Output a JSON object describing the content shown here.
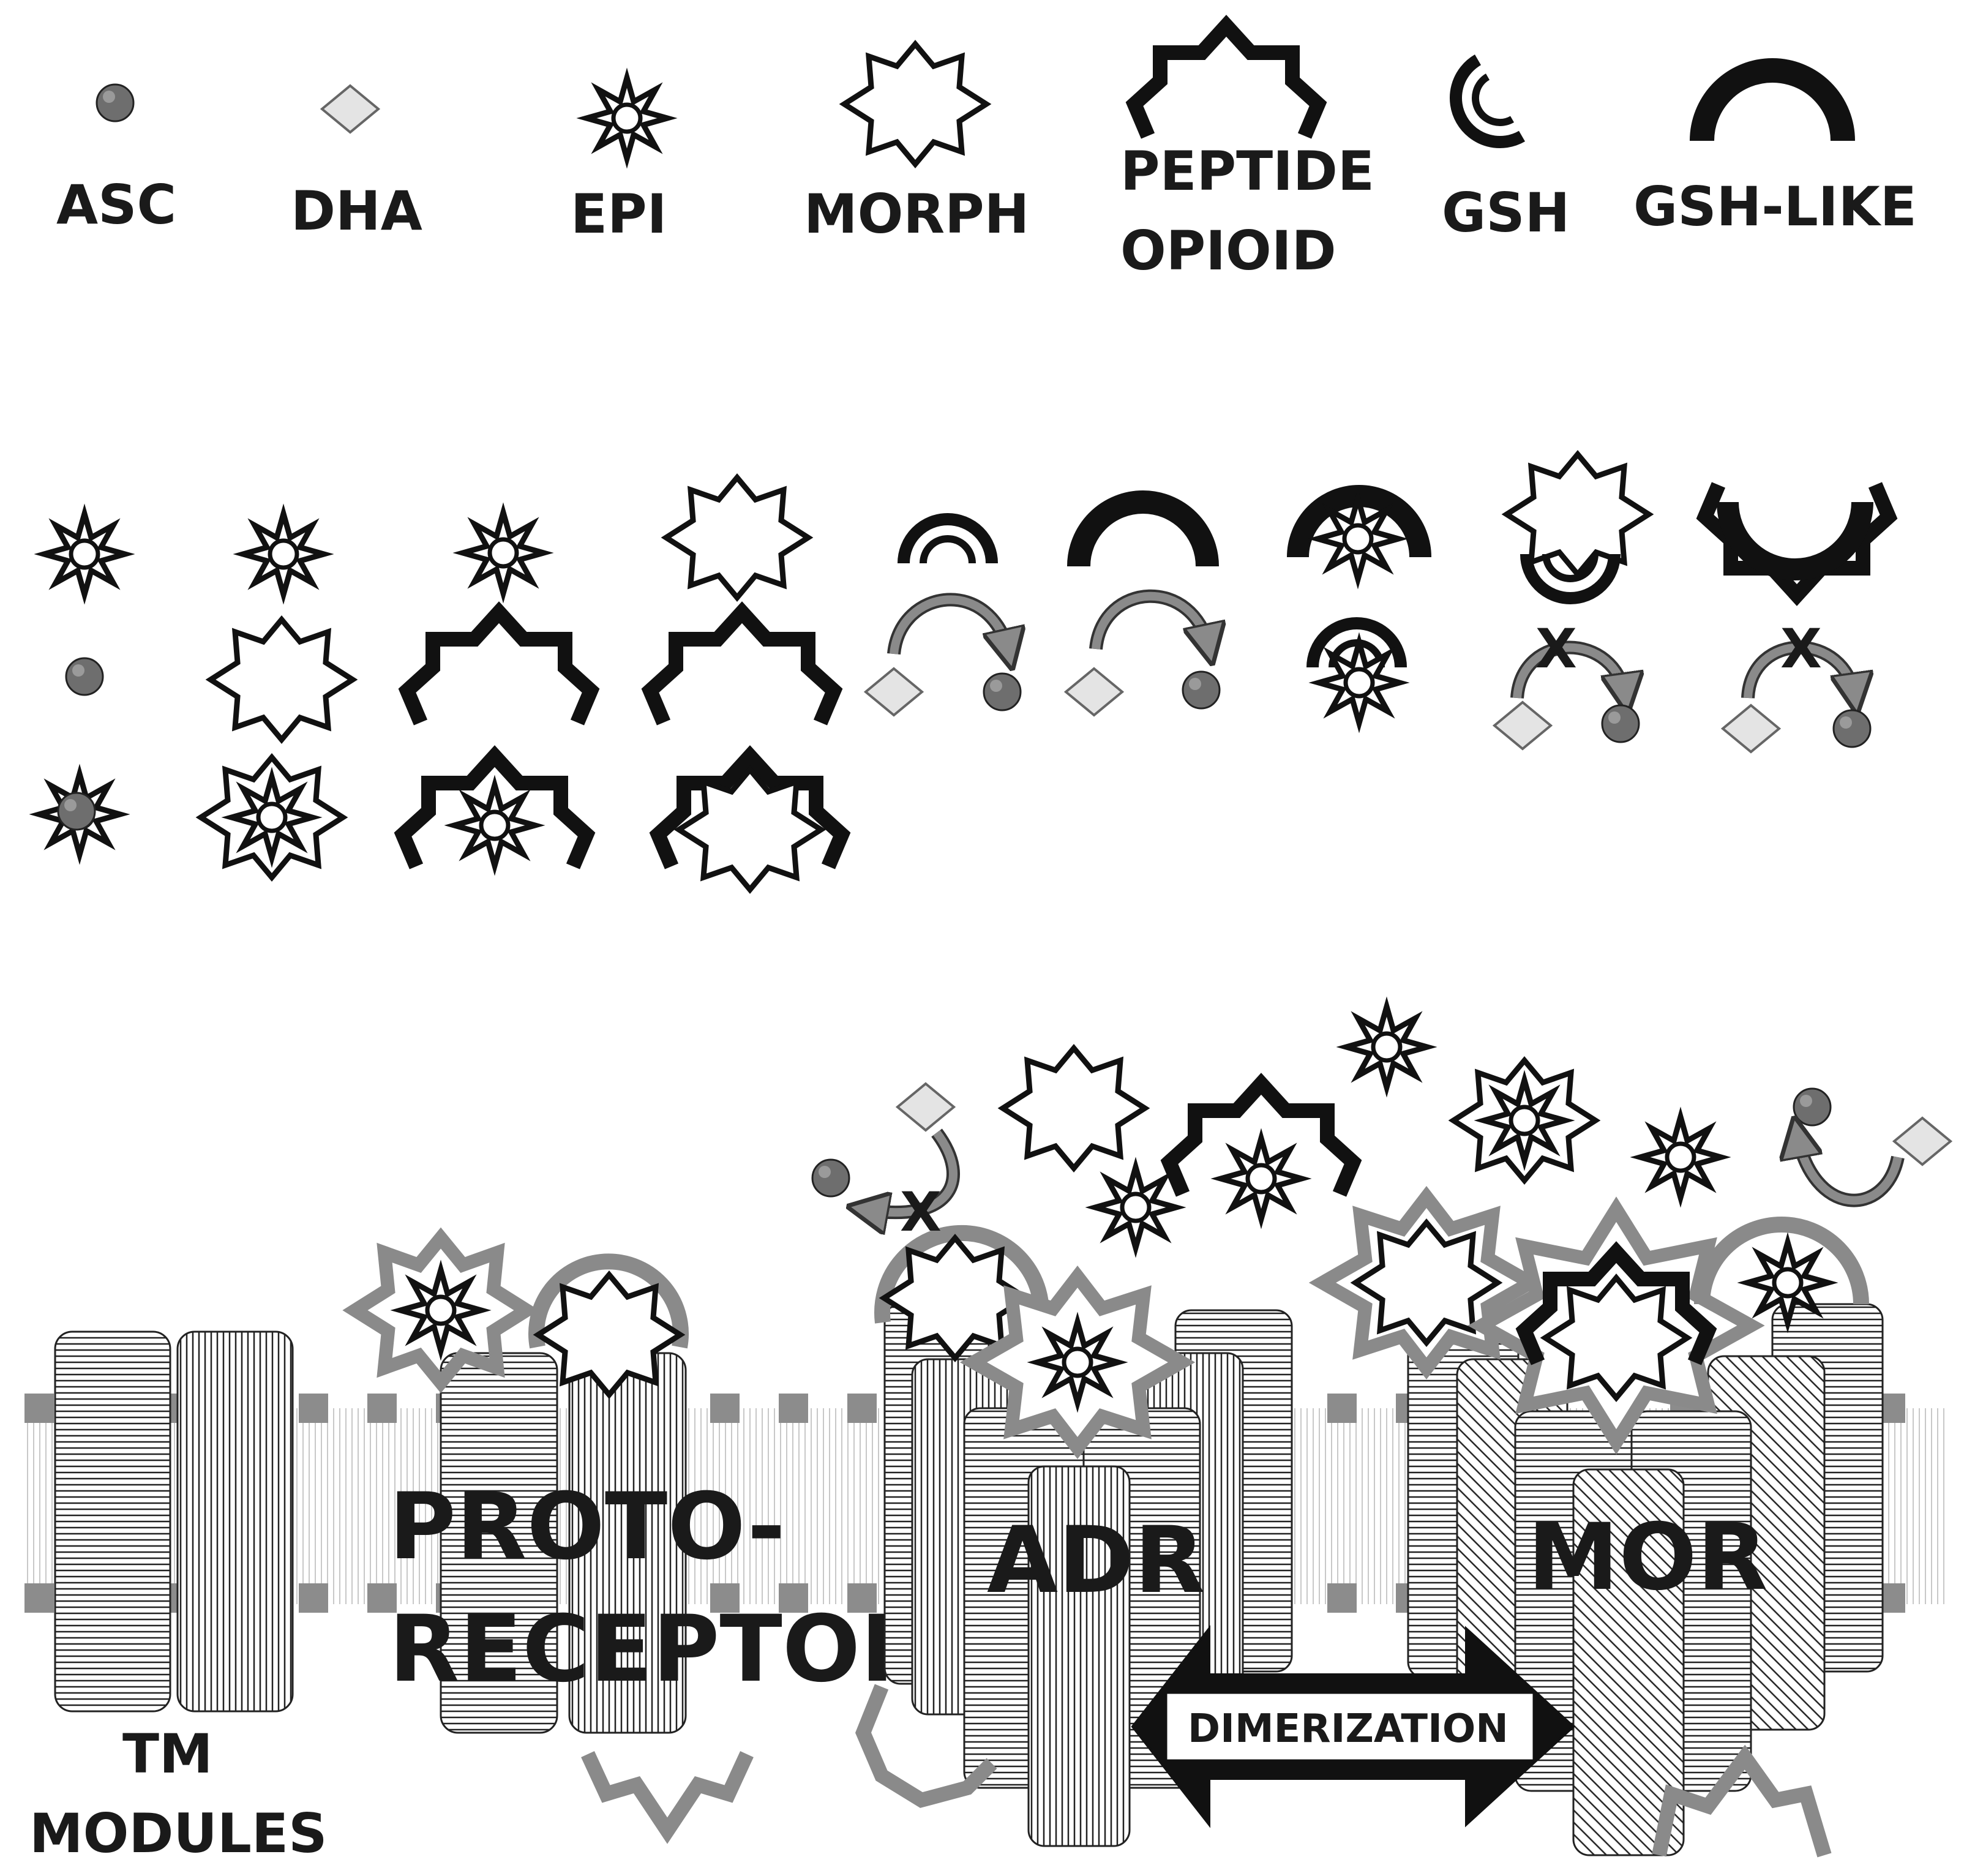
{
  "legend": {
    "asc": "ASC",
    "dha": "DHA",
    "epi": "EPI",
    "morph": "MORPH",
    "peptide_opioid_line1": "PEPTIDE",
    "peptide_opioid_line2": "OPIOID",
    "gsh": "GSH",
    "gsh_like": "GSH-LIKE"
  },
  "membrane": {
    "tm_modules_line1": "TM",
    "tm_modules_line2": "MODULES",
    "protoreceptor_line1": "PROTO-",
    "protoreceptor_line2": "RECEPTOR",
    "adr": "ADR",
    "mor": "MOR",
    "dimerization": "DIMERIZATION",
    "blocked_mark": "X"
  },
  "colors": {
    "black": "#111111",
    "gray_outline": "#8a8a8a",
    "asc_fill": "#6e6e6e",
    "dha_fill": "#e4e4e4",
    "membrane_square": "#8c8c8c"
  }
}
